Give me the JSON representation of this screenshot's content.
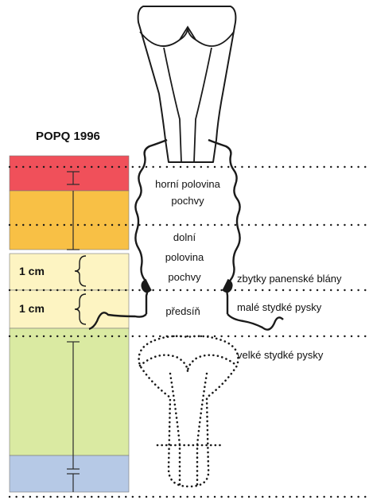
{
  "title": "POPQ 1996",
  "scale": {
    "segments": [
      {
        "color": "#f0505a"
      },
      {
        "color": "#f8c045"
      },
      {
        "color": "#fdf4c2"
      },
      {
        "color": "#fdf4c2"
      },
      {
        "color": "#daeaa2"
      },
      {
        "color": "#b6c9e6"
      }
    ],
    "cm_labels": [
      "1 cm",
      "1 cm"
    ]
  },
  "labels": {
    "upper_half_line1": "horní polovina",
    "upper_half_line2": "pochvy",
    "lower_half_line1": "dolní",
    "lower_half_line2": "polovina",
    "lower_half_line3": "pochvy",
    "vestibule": "předsíň",
    "hymen_remnants": "zbytky panenské blány",
    "labia_minora": "malé stydké pysky",
    "labia_majora": "velké stydké pysky"
  },
  "colors": {
    "line": "#1a1a1a",
    "bracket": "#2e6b2e"
  }
}
